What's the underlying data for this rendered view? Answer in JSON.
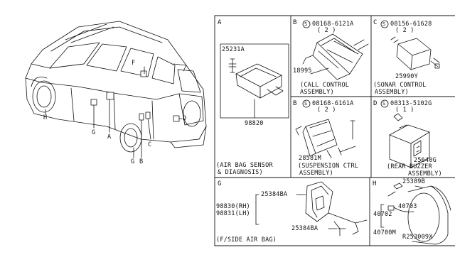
{
  "vehicle_callouts": [
    "H",
    "G",
    "A",
    "F",
    "G",
    "B",
    "C",
    "D"
  ],
  "sections": {
    "A": {
      "letter": "A",
      "part_top": "25231A",
      "part_bottom": "98820",
      "caption_line1": "(AIR BAG SENSOR",
      "caption_line2": "& DIAGNOSIS)"
    },
    "B1": {
      "letter": "B",
      "bolt_symbol": "S",
      "bolt_part": "08168-6121A",
      "bolt_qty": "( 2 )",
      "part": "18995",
      "caption_line1": "(CALL CONTROL",
      "caption_line2": "ASSEMBLY)"
    },
    "C": {
      "letter": "C",
      "bolt_symbol": "S",
      "bolt_part": "08156-61628",
      "bolt_qty": "( 2 )",
      "part": "25990Y",
      "caption_line1": "(SONAR CONTROL",
      "caption_line2": "ASSEMBLY)"
    },
    "B2": {
      "letter": "B",
      "bolt_symbol": "S",
      "bolt_part": "08168-6161A",
      "bolt_qty": "( 2 )",
      "part": "28581M",
      "caption_line1": "(SUSPENSION CTRL",
      "caption_line2": "ASSEMBLY)"
    },
    "D": {
      "letter": "D",
      "bolt_symbol": "S",
      "bolt_part": "08313-5102G",
      "bolt_qty": "( 1 )",
      "part": "25640G",
      "caption_line1": "(REAR BUZZER",
      "caption_line2": "ASSEMBLY)"
    },
    "G": {
      "letter": "G",
      "part_upper": "25384BA",
      "part_rh": "98830(RH)",
      "part_lh": "98831(LH)",
      "part_lower": "25384BA",
      "caption": "(F/SIDE AIR BAG)"
    },
    "H": {
      "letter": "H",
      "part_top": "25389B",
      "part_mid": "40703",
      "part_left": "40702",
      "part_bottom": "40700M"
    }
  },
  "diagram_ref": "R253009X"
}
